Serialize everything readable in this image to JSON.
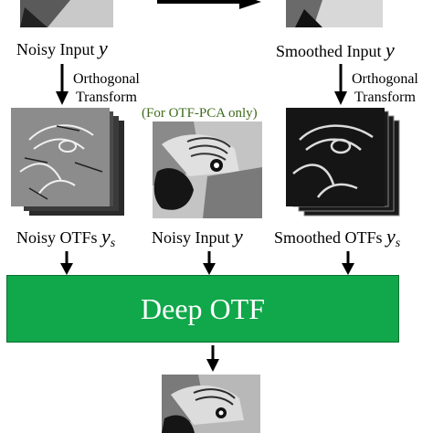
{
  "top": {
    "noisy_input": {
      "label": "Noisy Input",
      "var": "y"
    },
    "smoothed_input": {
      "label": "Smoothed Input",
      "var": "y"
    }
  },
  "transform_left": {
    "line1": "Orthogonal",
    "line2": "Transform"
  },
  "transform_right": {
    "line1": "Orthogonal",
    "line2": "Transform"
  },
  "note": "(For OTF-PCA only)",
  "middle": {
    "noisy_otfs": {
      "label": "Noisy OTFs",
      "var": "y",
      "sub": "s"
    },
    "noisy_input": {
      "label": "Noisy Input",
      "var": "y"
    },
    "smoothed_otfs": {
      "label": "Smoothed OTFs",
      "var": "y",
      "sub": "s"
    }
  },
  "model": {
    "label": "Deep OTF",
    "color": "#10a84a"
  }
}
